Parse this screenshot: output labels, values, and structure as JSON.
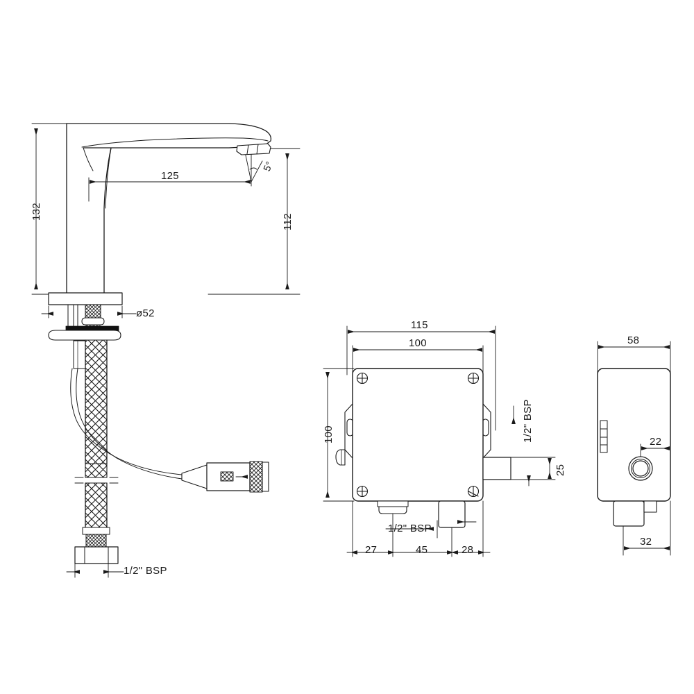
{
  "document": {
    "type": "technical-drawing",
    "title": "Sensor basin mixer tap and control box dimensional drawing",
    "background_color": "#ffffff",
    "line_color": "#1a1a1a"
  },
  "views": {
    "faucet": {
      "name": "faucet-side-elevation",
      "dimensions": {
        "overall_height": "132",
        "spout_height": "112",
        "spout_reach": "125",
        "outlet_angle": "5°",
        "base_diameter": "ø52",
        "hose_thread": "1/2\" BSP"
      }
    },
    "control_box_front": {
      "name": "control-box-front-elevation",
      "dimensions": {
        "overall_width": "115",
        "body_width": "100",
        "body_height": "100",
        "outlet_offset": "25",
        "left_offset": "27",
        "middle_span": "45",
        "right_offset": "28",
        "side_port_thread": "1/2\" BSP",
        "bottom_port_thread": "1/2\" BSP"
      }
    },
    "control_box_side": {
      "name": "control-box-side-elevation",
      "dimensions": {
        "depth": "58",
        "sensor_offset": "22",
        "outlet_offset": "32"
      }
    }
  },
  "labels": {
    "faucet_height_132": "132",
    "faucet_spout_height_112": "112",
    "faucet_reach_125": "125",
    "faucet_angle_5deg": "5°",
    "faucet_base_dia_52": "ø52",
    "faucet_hose_bsp": "1/2\" BSP",
    "box_width_115": "115",
    "box_body_100": "100",
    "box_height_100": "100",
    "box_side_bsp": "1/2\" BSP",
    "box_outlet_25": "25",
    "box_bottom_bsp": "1/2\" BSP",
    "box_dim_27": "27",
    "box_dim_45": "45",
    "box_dim_28": "28",
    "side_depth_58": "58",
    "side_sensor_22": "22",
    "side_outlet_32": "32"
  }
}
